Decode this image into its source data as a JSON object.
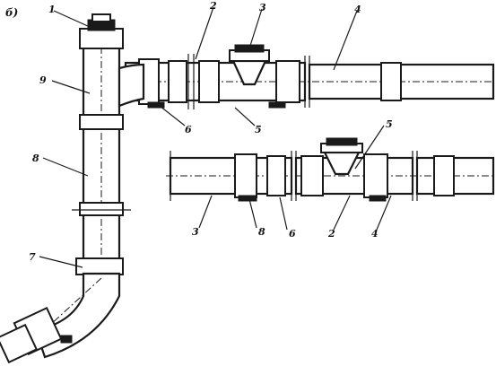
{
  "figure": {
    "panel_letter": "б)",
    "labels": {
      "upper_1": "1",
      "upper_2": "2",
      "upper_3": "3",
      "upper_4": "4",
      "upper_5": "5",
      "upper_6": "6",
      "upper_9": "9",
      "upper_8": "8",
      "upper_7": "7",
      "lower_3": "3",
      "lower_8": "8",
      "lower_6": "6",
      "lower_2": "2",
      "lower_5": "5",
      "lower_4": "4"
    }
  }
}
